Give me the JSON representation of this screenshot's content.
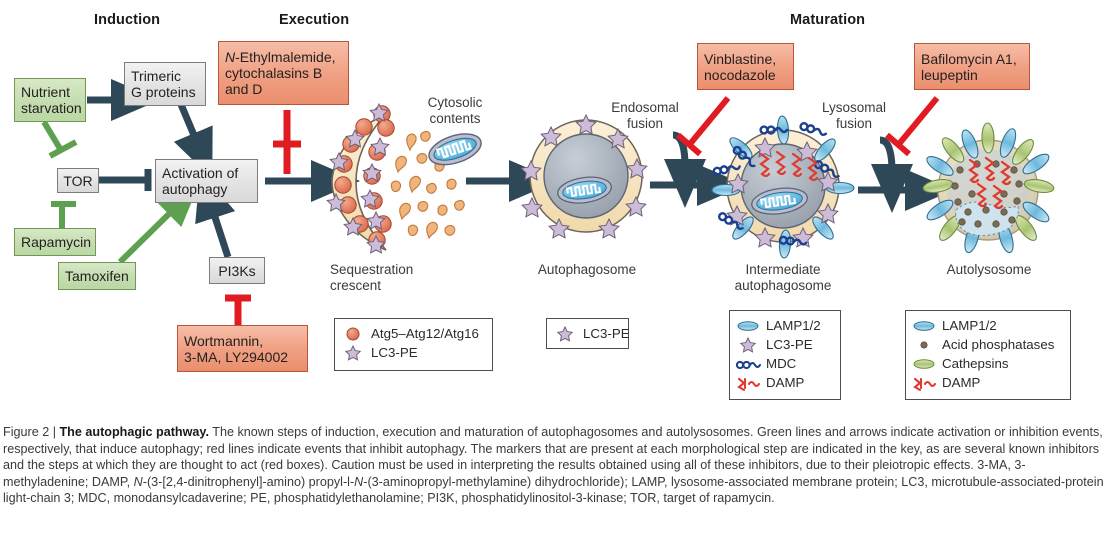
{
  "stages": [
    {
      "id": "induction",
      "label": "Induction"
    },
    {
      "id": "execution",
      "label": "Execution"
    },
    {
      "id": "maturation",
      "label": "Maturation"
    }
  ],
  "nodes": {
    "nutrient_starvation": "Nutrient\nstarvation",
    "nutrient_starvation_l1": "Nutrient",
    "nutrient_starvation_l2": "starvation",
    "trimeric_g_l1": "Trimeric",
    "trimeric_g_l2": "G proteins",
    "tor": "TOR",
    "activation_l1": "Activation of",
    "activation_l2": "autophagy",
    "rapamycin": "Rapamycin",
    "tamoxifen": "Tamoxifen",
    "pi3ks": "PI3Ks"
  },
  "inhibitors": {
    "nem_l1_ital": "N",
    "nem_l1_rest": "-Ethylmalemide,",
    "nem_l2": "cytochalasins B",
    "nem_l3": "and D",
    "wortmannin_l1": "Wortmannin,",
    "wortmannin_l2": "3-MA, LY294002",
    "vinblastine_l1": "Vinblastine,",
    "vinblastine_l2": "nocodazole",
    "bafilomycin_l1": "Bafilomycin A1,",
    "bafilomycin_l2": "leupeptin"
  },
  "structures": {
    "cytosolic_l1": "Cytosolic",
    "cytosolic_l2": "contents",
    "sequestration_l1": "Sequestration",
    "sequestration_l2": "crescent",
    "autophagosome": "Autophagosome",
    "intermediate_l1": "Intermediate",
    "intermediate_l2": "autophagosome",
    "autolysosome": "Autolysosome",
    "endosomal_l1": "Endosomal",
    "endosomal_l2": "fusion",
    "lysosomal_l1": "Lysosomal",
    "lysosomal_l2": "fusion"
  },
  "keys": {
    "crescent": [
      {
        "glyph": "sphere",
        "label": "Atg5–Atg12/Atg16"
      },
      {
        "glyph": "star",
        "label": "LC3-PE"
      }
    ],
    "autophagosome": [
      {
        "glyph": "star",
        "label": "LC3-PE"
      }
    ],
    "intermediate": [
      {
        "glyph": "lamp",
        "label": "LAMP1/2"
      },
      {
        "glyph": "star",
        "label": "LC3-PE"
      },
      {
        "glyph": "mdc",
        "label": "MDC"
      },
      {
        "glyph": "damp",
        "label": "DAMP"
      }
    ],
    "autolysosome": [
      {
        "glyph": "lamp",
        "label": "LAMP1/2"
      },
      {
        "glyph": "dot",
        "label": "Acid phosphatases"
      },
      {
        "glyph": "cathepsin",
        "label": "Cathepsins"
      },
      {
        "glyph": "damp",
        "label": "DAMP"
      }
    ]
  },
  "colors": {
    "green_fill": "#c3dcae",
    "green_border": "#6f9a52",
    "green_arrow": "#5da050",
    "red_fill": "#ef9f82",
    "red_border": "#b9553a",
    "red_inhibit": "#e11b22",
    "grey_fill": "#e3e3e3",
    "arrow_dark": "#2f4858",
    "membrane_cream": "#f7e3bf",
    "lumen_grey": "#aab2bc",
    "atg_sphere": "#e8795c",
    "lc3_star": "#cdbcd8",
    "lamp_blue": "#7fc3e0",
    "cathepsin_green": "#b9cf88",
    "mdc_blue": "#1d3f8f",
    "damp_red": "#e03a2f",
    "cargo_orange": "#edaa6a"
  },
  "caption": {
    "prefix": "Figure 2 | ",
    "title": "The autophagic pathway.",
    "body_1": " The known steps of induction, execution and maturation of autophagosomes and autolysosomes. Green lines and arrows indicate activation or inhibition events, respectively, that induce autophagy; red lines indicate events that inhibit autophagy. The markers that are present at each morphological step are indicated in the key, as are several known inhibitors and the steps at which they are thought to act (red boxes). Caution must be used in interpreting the results obtained using all of these inhibitors, due to their pleiotropic effects. 3-MA, 3-methyladenine; DAMP, ",
    "ital_1": "N",
    "body_2": "-(3-[2,4-dinitrophenyl]-amino) propyl-l-",
    "ital_2": "N",
    "body_3": "-(3-aminopropyl-methylamine) dihydrochloride); LAMP, lysosome-associated membrane protein; LC3, microtubule-associated-protein light-chain 3; MDC, monodansylcadaverine; PE, phosphatidylethanolamine; PI3K, phosphatidylinositol-3-kinase; TOR, target of rapamycin."
  }
}
